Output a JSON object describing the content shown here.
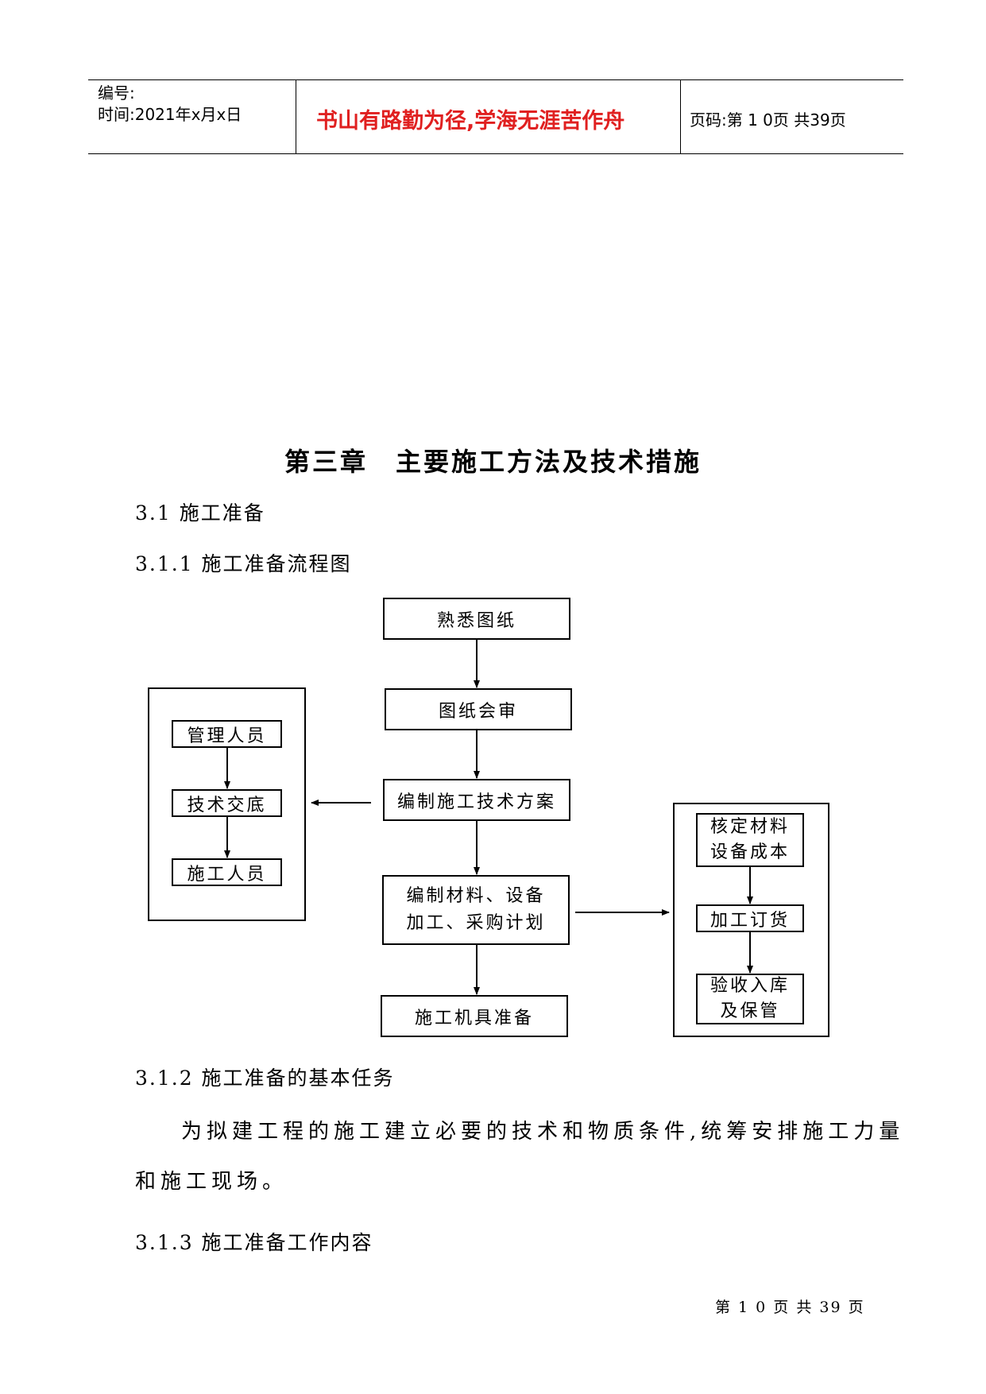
{
  "header": {
    "number_label": "编号:",
    "time_label": "时间:2021年x月x日",
    "motto": "书山有路勤为径,学海无涯苦作舟",
    "page_label": "页码:第 1 0页 共39页"
  },
  "chapter_title": "第三章　主要施工方法及技术措施",
  "sections": {
    "s1": "3.1 施工准备",
    "s11": "3.1.1 施工准备流程图",
    "s12": "3.1.2 施工准备的基本任务",
    "s13": "3.1.3 施工准备工作内容"
  },
  "paragraph": {
    "line1": "为拟建工程的施工建立必要的技术和物质条件,统筹安排施工力量",
    "line2": "和施工现场。"
  },
  "flowchart": {
    "main": {
      "step1": "熟悉图纸",
      "step2": "图纸会审",
      "step3": "编制施工技术方案",
      "step4_line1": "编制材料、设备",
      "step4_line2": "加工、采购计划",
      "step5": "施工机具准备"
    },
    "left": {
      "item1": "管理人员",
      "item2": "技术交底",
      "item3": "施工人员"
    },
    "right": {
      "item1_line1": "核定材料",
      "item1_line2": "设备成本",
      "item2": "加工订货",
      "item3_line1": "验收入库",
      "item3_line2": "及保管"
    }
  },
  "footer": "第 1 0 页 共 39 页"
}
